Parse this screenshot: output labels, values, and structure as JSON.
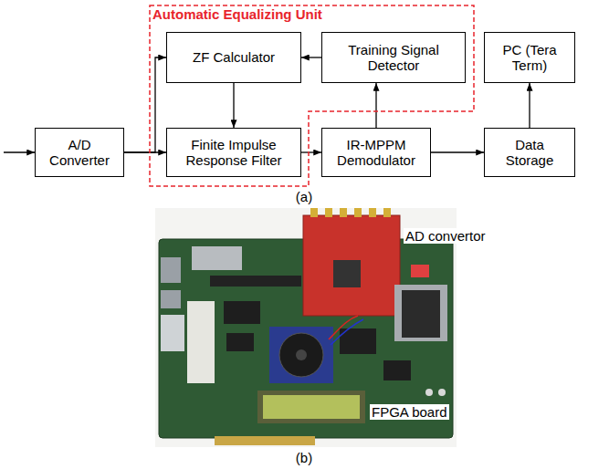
{
  "diagram": {
    "nodes": [
      {
        "text": [
          "A/D Converter"
        ]
      },
      {
        "text": [
          "Automatic Equalizing Unit"
        ]
      },
      {
        "text": [
          "ZF Calculator"
        ],
        "in": 1
      },
      {
        "text": [
          "Training Signal Detector"
        ],
        "in": 1
      },
      {
        "text": [
          "Finite Impulse Response Filter"
        ],
        "in": 1
      },
      {
        "text": [
          "IR-MPPM Demodulator"
        ]
      },
      {
        "text": [
          "Data Storage"
        ]
      },
      {
        "text": [
          "PC (Tera Term)"
        ]
      }
    ],
    "edges": [
      {
        "from": 0,
        "to": 4,
        "arrow": "to"
      },
      {
        "from": 0,
        "to": 2,
        "arrow": "to"
      },
      {
        "from": 2,
        "to": 4,
        "arrow": "to"
      },
      {
        "from": 3,
        "to": 2,
        "arrow": "to"
      },
      {
        "from": 4,
        "to": 5,
        "arrow": "to"
      },
      {
        "from": 5,
        "to": 3,
        "arrow": "to"
      },
      {
        "from": 5,
        "to": 6,
        "arrow": "to"
      },
      {
        "from": 6,
        "to": 7,
        "arrow": "to"
      }
    ],
    "labels": [
      "(a)",
      "AD convertor",
      "FPGA board",
      "(b)"
    ]
  }
}
